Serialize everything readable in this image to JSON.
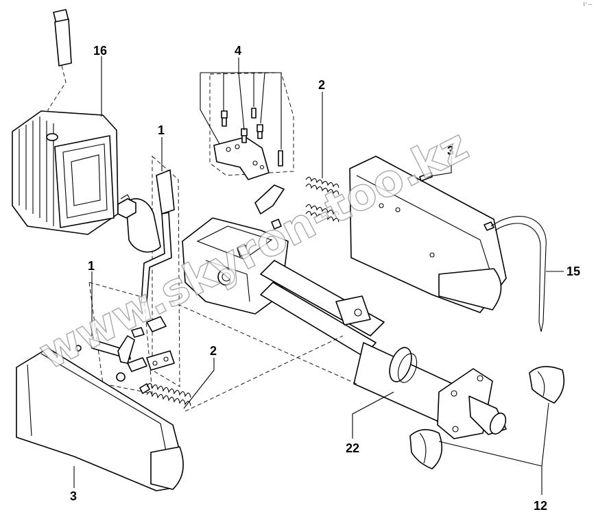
{
  "diagram": {
    "callouts": [
      {
        "id": "c16",
        "text": "16"
      },
      {
        "id": "c4",
        "text": "4"
      },
      {
        "id": "c2a",
        "text": "2"
      },
      {
        "id": "c3a",
        "text": "3"
      },
      {
        "id": "c1a",
        "text": "1"
      },
      {
        "id": "c1b",
        "text": "1"
      },
      {
        "id": "c15",
        "text": "15"
      },
      {
        "id": "c2b",
        "text": "2"
      },
      {
        "id": "c22",
        "text": "22"
      },
      {
        "id": "c3b",
        "text": "3"
      },
      {
        "id": "c12",
        "text": "12"
      }
    ],
    "corner_mark": "1° —",
    "watermark": "www.skyron-too.kz"
  }
}
